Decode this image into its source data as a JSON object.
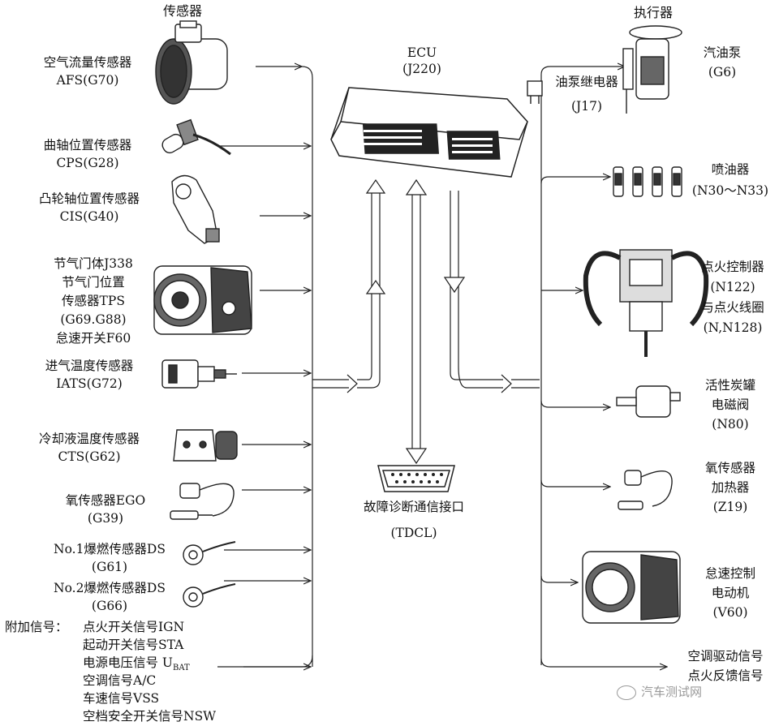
{
  "headers": {
    "sensors": "传感器",
    "actuators": "执行器",
    "ecu_name": "ECU",
    "ecu_code": "(J220)"
  },
  "sensors": [
    {
      "name": "空气流量传感器",
      "code": "AFS(G70)"
    },
    {
      "name": "曲轴位置传感器",
      "code": "CPS(G28)"
    },
    {
      "name": "凸轮轴位置传感器",
      "code": "CIS(G40)"
    },
    {
      "line1": "节气门体J338",
      "line2": "节气门位置",
      "line3": "传感器TPS",
      "line4": "(G69.G88)",
      "line5": "怠速开关F60"
    },
    {
      "name": "进气温度传感器",
      "code": "IATS(G72)"
    },
    {
      "name": "冷却液温度传感器",
      "code": "CTS(G62)"
    },
    {
      "name": "氧传感器EGO",
      "code": "(G39)"
    },
    {
      "name": "No.1爆燃传感器DS",
      "code": "(G61)"
    },
    {
      "name": "No.2爆燃传感器DS",
      "code": "(G66)"
    }
  ],
  "extra_signals": {
    "prefix": "附加信号：",
    "items": [
      "点火开关信号IGN",
      "起动开关信号STA",
      "电源电压信号 U",
      "空调信号A/C",
      "车速信号VSS",
      "空档安全开关信号NSW"
    ],
    "ubat_sub": "BAT"
  },
  "diagnostic": {
    "name": "故障诊断通信接口",
    "code": "(TDCL)"
  },
  "actuators": [
    {
      "name": "汽油泵",
      "code": "(G6)"
    },
    {
      "name": "油泵继电器",
      "code": "(J17)"
    },
    {
      "name": "喷油器",
      "code": "(N30～N33)"
    },
    {
      "line1": "点火控制器",
      "line2": "(N122)",
      "line3": "与点火线圈",
      "line4": "(N,N128)"
    },
    {
      "line1": "活性炭罐",
      "line2": "电磁阀",
      "line3": "(N80)"
    },
    {
      "line1": "氧传感器",
      "line2": "加热器",
      "line3": "(Z19)"
    },
    {
      "line1": "怠速控制",
      "line2": "电动机",
      "line3": "(V60)"
    },
    {
      "line1": "空调驱动信号",
      "line2": "点火反馈信号"
    }
  ],
  "watermark": "汽车测试网"
}
